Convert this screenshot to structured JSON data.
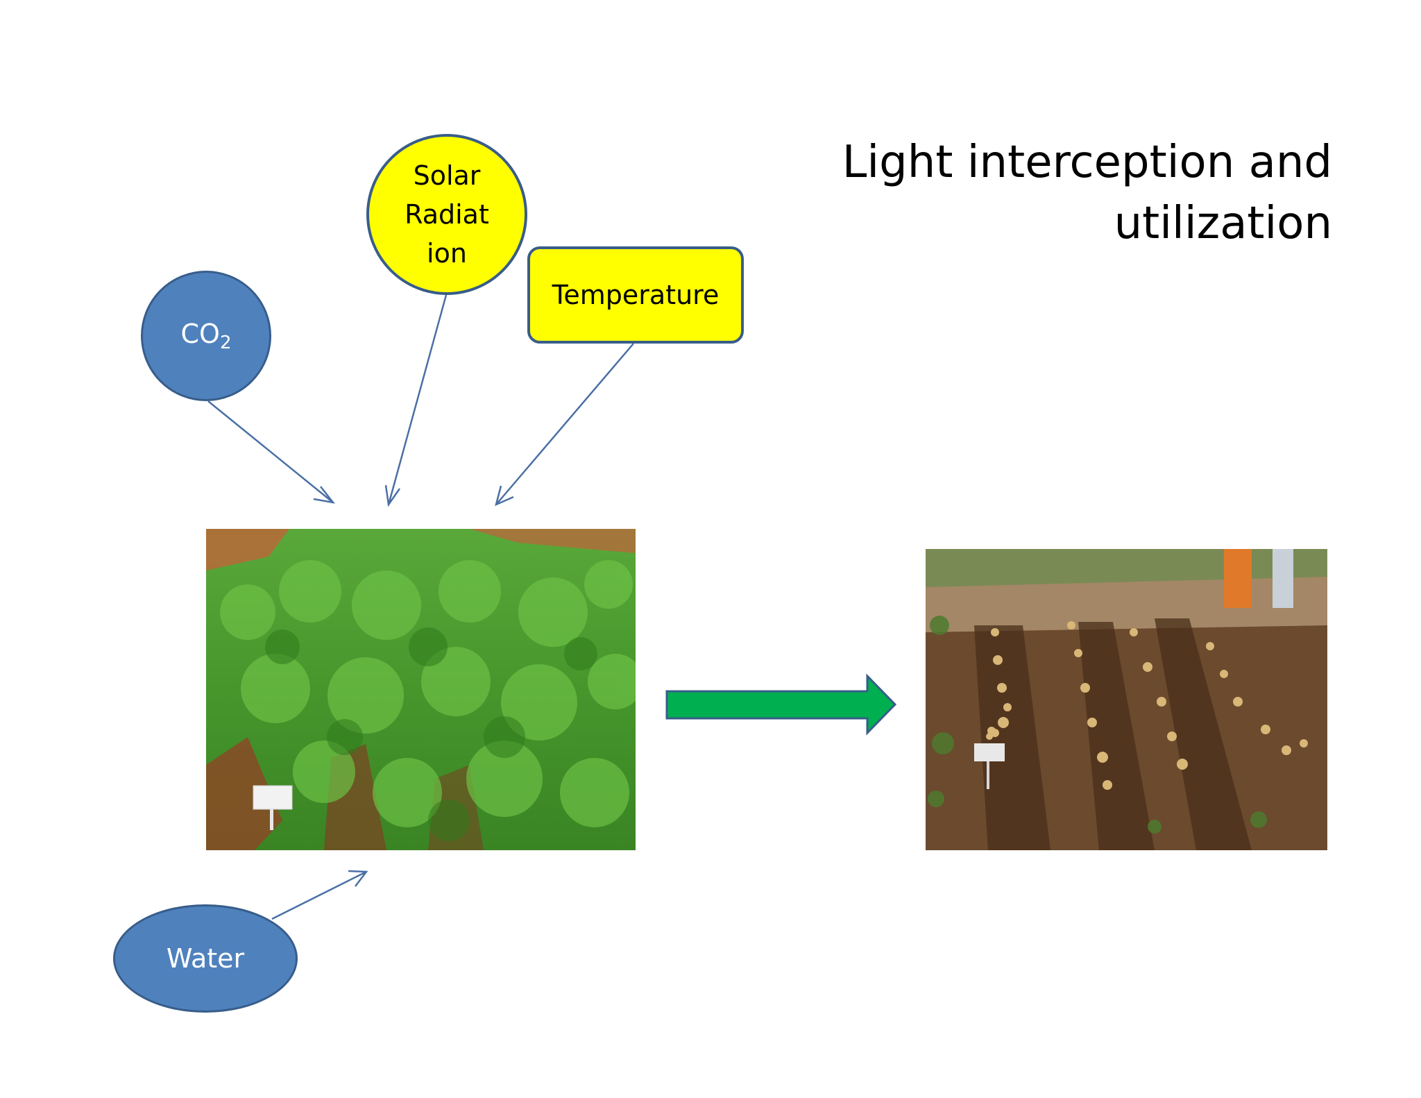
{
  "title": {
    "line1": "Light interception and",
    "line2": "utilization"
  },
  "nodes": {
    "solar": {
      "line1": "Solar",
      "line2": "Radiat",
      "line3": "ion"
    },
    "temperature": {
      "label": "Temperature"
    },
    "co2": {
      "base": "CO",
      "sub": "2"
    },
    "water": {
      "label": "Water"
    }
  },
  "colors": {
    "blue_fill": "#4f81bd",
    "blue_border": "#385d8a",
    "yellow_fill": "#ffff00",
    "arrow_green": "#00b050",
    "connector": "#4a6fa5"
  },
  "images": {
    "left": "potato-crop-field-photo",
    "right": "harvested-potato-rows-photo"
  }
}
